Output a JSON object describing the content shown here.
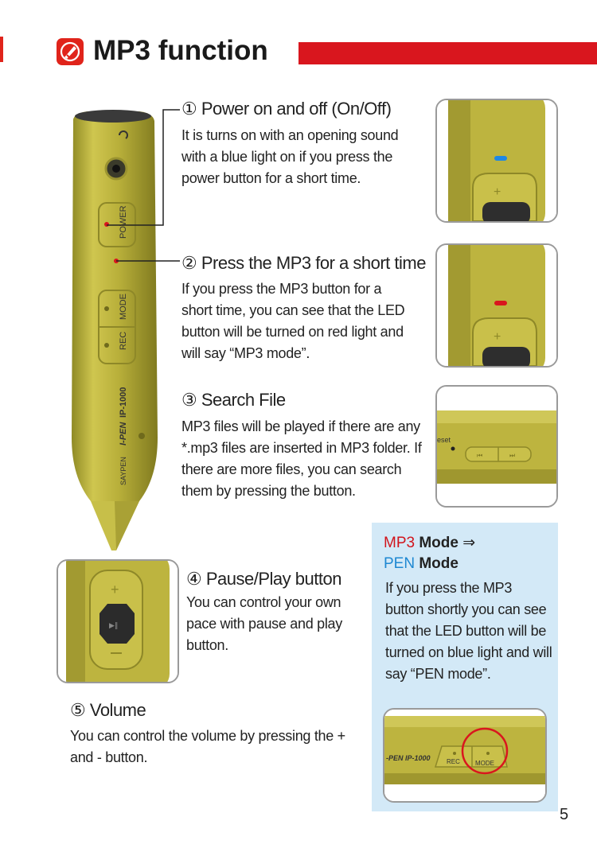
{
  "header": {
    "title": "MP3 function",
    "accent_color": "#d9161e",
    "icon": "pen-icon"
  },
  "pen_labels": {
    "power": "POWER",
    "mode": "MODE",
    "rec": "REC",
    "model": "IP-1000",
    "brand": "I-PEN",
    "logo": "SAYPEN"
  },
  "sections": [
    {
      "number": "①",
      "title": "Power on and off (On/Off)",
      "text": "It is turns on with an opening sound with a blue light on if you press the power button for a short time."
    },
    {
      "number": "②",
      "title": "Press the MP3 for a short time",
      "text": "If you press the MP3 button for a short time, you can see that the LED button will be turned on red light and will say “MP3 mode”."
    },
    {
      "number": "③",
      "title": "Search File",
      "text": "MP3 files will be played if there are any *.mp3 files are inserted in MP3 folder. If there are more files, you can search them by pressing the button."
    },
    {
      "number": "④",
      "title": "Pause/Play button",
      "text": "You can control your own pace with pause and play button."
    },
    {
      "number": "⑤",
      "title": "Volume",
      "text": "You can control the volume by pressing the + and - button."
    }
  ],
  "photo_labels": {
    "reset": "eset",
    "rec": "REC",
    "mode": "MODE",
    "model": "-PEN IP-1000"
  },
  "info_box": {
    "mp3_label": "MP3",
    "mode_word": "Mode",
    "arrow": "⇒",
    "pen_label": "PEN",
    "pen_mode_word": "Mode",
    "text": "If you press the MP3 button shortly you can see that the LED button will be turned on blue light and will say “PEN mode”."
  },
  "page_number": "5"
}
